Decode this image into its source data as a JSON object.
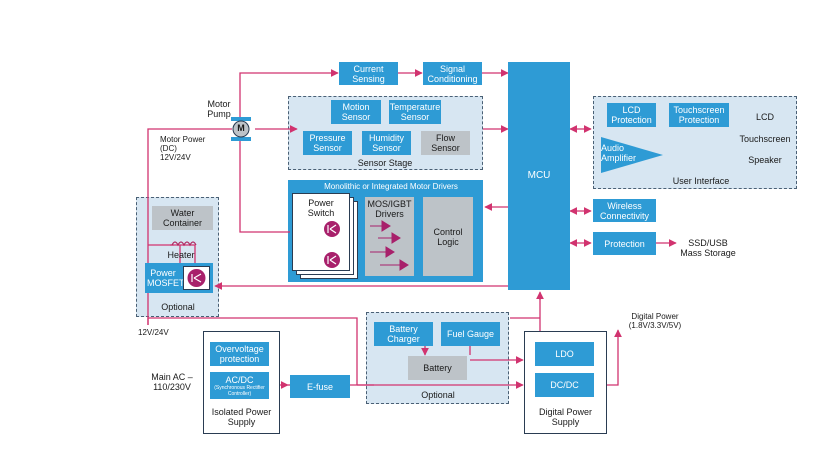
{
  "colors": {
    "block": "#2e9bd5",
    "dashed_region": "#d7e6f2",
    "wire": "#d1336f",
    "gray_block": "#bdc3c8",
    "heater": "#b02a62"
  },
  "mcu": "MCU",
  "top_chain": {
    "current_sensing": "Current Sensing",
    "signal_conditioning": "Signal Conditioning"
  },
  "motor": {
    "pump_label": "Motor Pump",
    "symbol": "M",
    "power_label": "Motor Power (DC) 12V/24V"
  },
  "sensor_stage": {
    "title": "Sensor Stage",
    "motion": "Motion Sensor",
    "temperature": "Temperature Sensor",
    "pressure": "Pressure Sensor",
    "humidity": "Humidity Sensor",
    "flow": "Flow Sensor"
  },
  "motor_drivers": {
    "title": "Monolithic or Integrated Motor Drivers",
    "power_switch": "Power Switch",
    "mos_igbt": "MOS/IGBT Drivers",
    "control_logic": "Control Logic"
  },
  "optional_left": {
    "water_container": "Water Container",
    "heater": "Heater",
    "power_mosfet": "Power MOSFET",
    "label": "Optional"
  },
  "user_interface": {
    "title": "User Interface",
    "lcd_protection": "LCD Protection",
    "touchscreen_protection": "Touchscreen Protection",
    "audio_amplifier": "Audio Amplifier",
    "lcd": "LCD",
    "touchscreen": "Touchscreen",
    "speaker": "Speaker"
  },
  "wireless": "Wireless Connectivity",
  "protection": "Protection",
  "ssd_usb": "SSD/USB Mass Storage",
  "voltage_12_24": "12V/24V",
  "main_ac": "Main AC – 110/230V",
  "isolated_supply": {
    "title": "Isolated Power Supply",
    "overvoltage": "Overvoltage protection",
    "acdc": "AC/DC",
    "acdc_sub": "(Synchronous Rectifier Controller)"
  },
  "efuse": "E-fuse",
  "optional_battery": {
    "battery_charger": "Battery Charger",
    "fuel_gauge": "Fuel Gauge",
    "battery": "Battery",
    "label": "Optional"
  },
  "digital_supply": {
    "title": "Digital Power Supply",
    "ldo": "LDO",
    "dcdc": "DC/DC"
  },
  "digital_power": "Digital Power (1.8V/3.3V/5V)"
}
